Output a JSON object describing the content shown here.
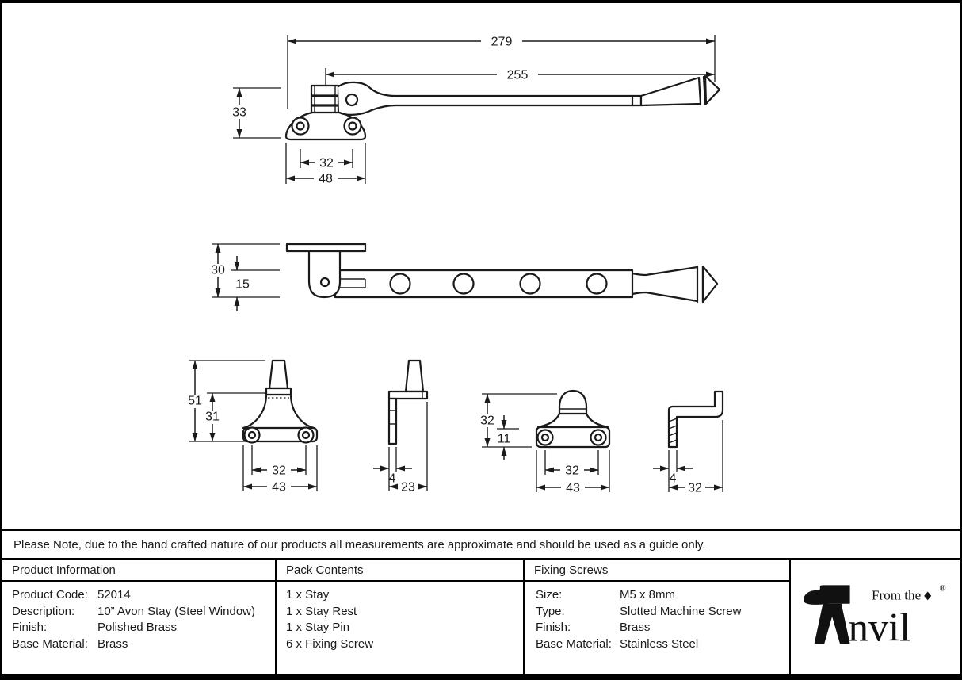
{
  "colors": {
    "ink": "#1a1a1a",
    "paper": "#ffffff"
  },
  "note": "Please Note, due to the hand crafted nature of our products all measurements are approximate and should be used as a guide only.",
  "dims": {
    "overall_length": "279",
    "open_length": "255",
    "bracket_height": "33",
    "bracket_hole_spacing": "32",
    "bracket_width": "48",
    "rest_profile_height": "30",
    "bar_height": "15",
    "pin_height": "51",
    "pin_base_height": "31",
    "pin_hole_spacing": "32",
    "pin_width": "43",
    "pin_thickness": "4",
    "pin_depth": "23",
    "rest_height": "32",
    "rest_base_height": "11",
    "rest_hole_spacing": "32",
    "rest_width": "43",
    "rest_thickness": "4",
    "rest_depth": "32"
  },
  "table": {
    "product_information": {
      "title": "Product Information",
      "rows": [
        {
          "label": "Product Code:",
          "value": "52014"
        },
        {
          "label": "Description:",
          "value": "10” Avon Stay (Steel Window)"
        },
        {
          "label": "Finish:",
          "value": "Polished Brass"
        },
        {
          "label": "Base Material:",
          "value": "Brass"
        }
      ]
    },
    "pack_contents": {
      "title": "Pack Contents",
      "items": [
        "1 x Stay",
        "1 x Stay Rest",
        "1 x Stay Pin",
        "6 x Fixing Screw"
      ]
    },
    "fixing_screws": {
      "title": "Fixing Screws",
      "rows": [
        {
          "label": "Size:",
          "value": "M5 x 8mm"
        },
        {
          "label": "Type:",
          "value": "Slotted Machine Screw"
        },
        {
          "label": "Finish:",
          "value": "Brass"
        },
        {
          "label": "Base Material:",
          "value": "Stainless Steel"
        }
      ]
    }
  },
  "logo": {
    "from_the": "From the",
    "name": "Anvil",
    "name_tail": "nvil",
    "registered": "®"
  }
}
